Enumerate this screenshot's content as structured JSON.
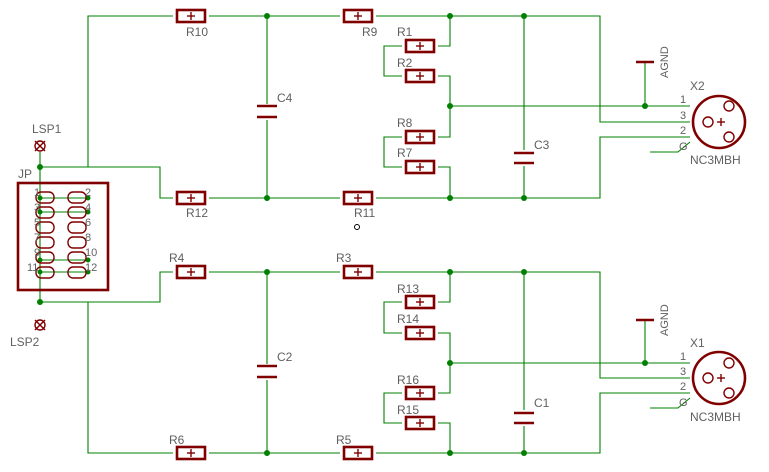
{
  "components": {
    "R1": "R1",
    "R2": "R2",
    "R3": "R3",
    "R4": "R4",
    "R5": "R5",
    "R6": "R6",
    "R7": "R7",
    "R8": "R8",
    "R9": "R9",
    "R10": "R10",
    "R11": "R11",
    "R12": "R12",
    "R13": "R13",
    "R14": "R14",
    "R15": "R15",
    "R16": "R16",
    "C1": "C1",
    "C2": "C2",
    "C3": "C3",
    "C4": "C4",
    "X1": "X1",
    "X2": "X2",
    "X_part": "NC3MBH",
    "JP": "JP",
    "LSP1": "LSP1",
    "LSP2": "LSP2",
    "AGND": "AGND"
  },
  "xlr_pins": [
    "1",
    "3",
    "2",
    "G"
  ],
  "jp_pins_left": [
    "1",
    "3",
    "5",
    "7",
    "9",
    "11"
  ],
  "jp_pins_right": [
    "2",
    "4",
    "6",
    "8",
    "10",
    "12"
  ],
  "colors": {
    "wire": "#008000",
    "part": "#800000",
    "text": "#606060"
  }
}
